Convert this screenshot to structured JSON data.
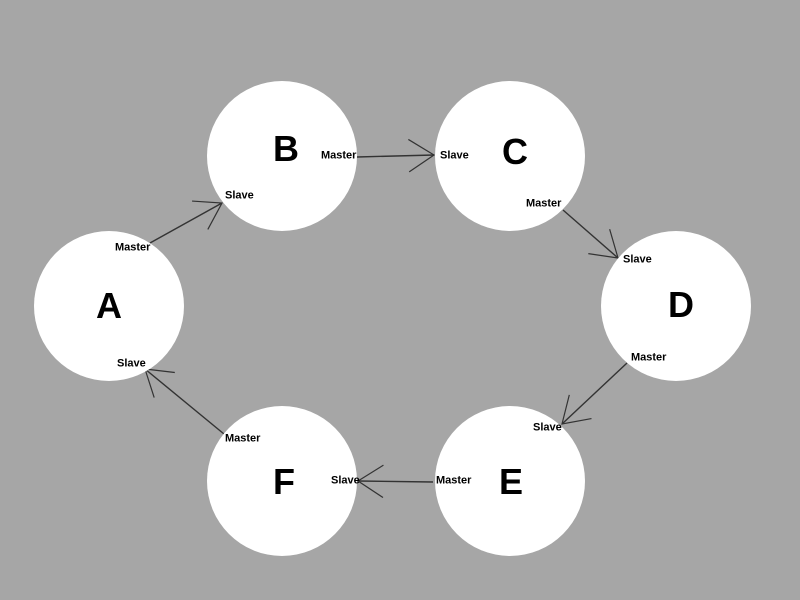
{
  "colors": {
    "background": "#a6a6a6",
    "node_fill": "#ffffff",
    "arrow": "#333333"
  },
  "nodes": [
    {
      "id": "A",
      "label": "A",
      "master": "Master",
      "slave": "Slave"
    },
    {
      "id": "B",
      "label": "B",
      "master": "Master",
      "slave": "Slave"
    },
    {
      "id": "C",
      "label": "C",
      "master": "Master",
      "slave": "Slave"
    },
    {
      "id": "D",
      "label": "D",
      "master": "Master",
      "slave": "Slave"
    },
    {
      "id": "E",
      "label": "E",
      "master": "Master",
      "slave": "Slave"
    },
    {
      "id": "F",
      "label": "F",
      "master": "Master",
      "slave": "Slave"
    }
  ],
  "edges": [
    {
      "from": "A",
      "to": "B"
    },
    {
      "from": "B",
      "to": "C"
    },
    {
      "from": "C",
      "to": "D"
    },
    {
      "from": "D",
      "to": "E"
    },
    {
      "from": "E",
      "to": "F"
    },
    {
      "from": "F",
      "to": "A"
    }
  ]
}
